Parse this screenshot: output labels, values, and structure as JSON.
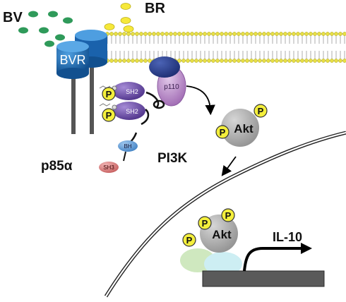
{
  "labels": {
    "bv": "BV",
    "br": "BR",
    "bvr": "BVR",
    "p85": "p85α",
    "pi3k": "PI3K",
    "il10": "IL-10"
  },
  "domains": {
    "sh2_top": "SH2",
    "sh2_bottom": "SH2",
    "p110": "p110",
    "bh": "BH",
    "sh3": "SH3"
  },
  "phospho": {
    "p_symbol": "P",
    "akt_upper": "Akt",
    "akt_lower": "Akt"
  },
  "colors": {
    "bv_green": "#2f9a5a",
    "br_yellow": "#f6e83a",
    "bvr_blue": "#1d6fc0",
    "membrane_yellow": "#e8df44",
    "p110_purple": "#b98bc7",
    "sh2_purple": "#6b4aa6",
    "akt_gray": "#a8a8a8",
    "phosphate_yellow": "#f4ef3c",
    "dna_bar": "#555555"
  }
}
